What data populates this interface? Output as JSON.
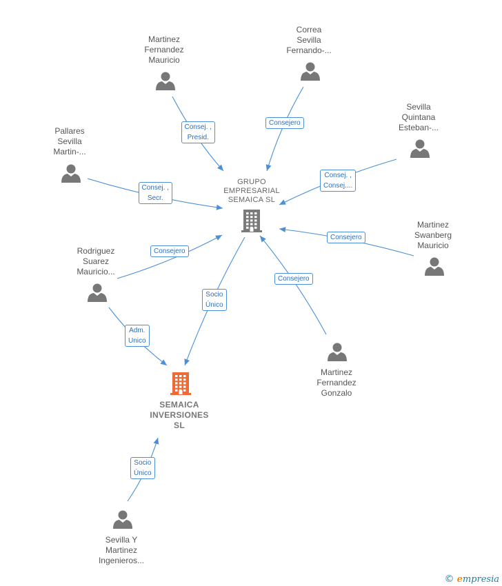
{
  "colors": {
    "edge": "#4a8fd8",
    "person": "#777777",
    "company": "#7a7a7a",
    "highlight": "#f06a35"
  },
  "nodes": [
    {
      "id": "grupo",
      "kind": "company",
      "lines": [
        "GRUPO",
        "EMPRESARIAL",
        "SEMAICA  SL"
      ]
    },
    {
      "id": "semaica",
      "kind": "company-highlight",
      "lines": [
        "SEMAICA",
        "INVERSIONES",
        "SL"
      ]
    },
    {
      "id": "mfm",
      "kind": "person",
      "lines": [
        "Martinez",
        "Fernandez",
        "Mauricio"
      ]
    },
    {
      "id": "csf",
      "kind": "person",
      "lines": [
        "Correa",
        "Sevilla",
        "Fernando-..."
      ]
    },
    {
      "id": "sqe",
      "kind": "person",
      "lines": [
        "Sevilla",
        "Quintana",
        "Esteban-..."
      ]
    },
    {
      "id": "psm",
      "kind": "person",
      "lines": [
        "Pallares",
        "Sevilla",
        "Martin-..."
      ]
    },
    {
      "id": "msm",
      "kind": "person",
      "lines": [
        "Martinez",
        "Swanberg",
        "Mauricio"
      ]
    },
    {
      "id": "rsm",
      "kind": "person",
      "lines": [
        "Rodriguez",
        "Suarez",
        "Mauricio..."
      ]
    },
    {
      "id": "mfg",
      "kind": "person",
      "lines": [
        "Martinez",
        "Fernandez",
        "Gonzalo"
      ]
    },
    {
      "id": "smi",
      "kind": "person",
      "lines": [
        "Sevilla Y",
        "Martinez",
        "Ingenieros..."
      ]
    }
  ],
  "edges": [
    {
      "from": "mfm",
      "to": "grupo",
      "label": [
        "Consej. ,",
        "Presid."
      ]
    },
    {
      "from": "csf",
      "to": "grupo",
      "label": [
        "Consejero"
      ]
    },
    {
      "from": "sqe",
      "to": "grupo",
      "label": [
        "Consej. ,",
        "Consej...."
      ]
    },
    {
      "from": "psm",
      "to": "grupo",
      "label": [
        "Consej. ,",
        "Secr."
      ]
    },
    {
      "from": "msm",
      "to": "grupo",
      "label": [
        "Consejero"
      ]
    },
    {
      "from": "rsm",
      "to": "grupo",
      "label": [
        "Consejero"
      ]
    },
    {
      "from": "mfg",
      "to": "grupo",
      "label": [
        "Consejero"
      ]
    },
    {
      "from": "grupo",
      "to": "semaica",
      "label": [
        "Socio",
        "Único"
      ]
    },
    {
      "from": "rsm",
      "to": "semaica",
      "label": [
        "Adm.",
        "Unico"
      ]
    },
    {
      "from": "smi",
      "to": "semaica",
      "label": [
        "Socio",
        "Único"
      ]
    }
  ],
  "brand": {
    "copyright": "©",
    "initial": "e",
    "rest": "mpresia"
  }
}
